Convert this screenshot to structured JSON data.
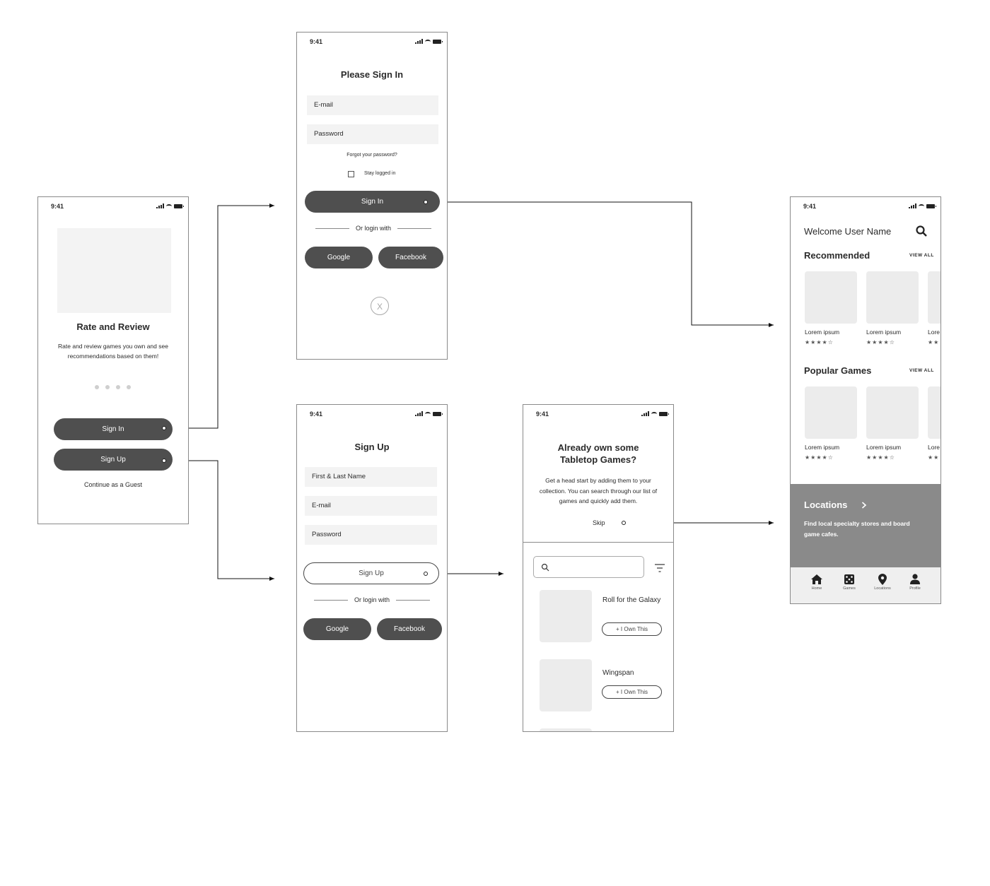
{
  "status": {
    "time": "9:41"
  },
  "onboarding": {
    "title": "Rate and Review",
    "description": "Rate and review games you own and see recommendations based on them!",
    "sign_in": "Sign In",
    "sign_up": "Sign Up",
    "guest": "Continue as a Guest"
  },
  "sign_in": {
    "title": "Please Sign In",
    "email": "E-mail",
    "password": "Password",
    "forgot": "Forgot your password?",
    "stay": "Stay logged in",
    "button": "Sign In",
    "or": "Or login with",
    "google": "Google",
    "facebook": "Facebook",
    "close": "X"
  },
  "sign_up": {
    "title": "Sign Up",
    "name": "First & Last Name",
    "email": "E-mail",
    "password": "Password",
    "button": "Sign Up",
    "or": "Or login with",
    "google": "Google",
    "facebook": "Facebook"
  },
  "collection": {
    "title_line1": "Already own some",
    "title_line2": "Tabletop Games?",
    "description": "Get a head start by adding them to your collection. You can search through our list of games and quickly add them.",
    "skip": "Skip",
    "games": [
      {
        "name": "Roll for the Galaxy",
        "action": "+ I Own This"
      },
      {
        "name": "Wingspan",
        "action": "+ I Own This"
      }
    ]
  },
  "home": {
    "welcome": "Welcome User Name",
    "recommended": "Recommended",
    "popular": "Popular Games",
    "view_all": "VIEW ALL",
    "card_label": "Lorem ipsum",
    "card_label_cut": "Lore",
    "stars": "★★★★☆",
    "stars_cut": "★★",
    "locations_title": "Locations",
    "locations_desc": "Find local specialty stores and board game cafes.",
    "nav": [
      "Home",
      "Games",
      "Locations",
      "Profile"
    ]
  },
  "colors": {
    "button": "#4f4f4f",
    "field": "#f3f3f3",
    "thumb": "#ececec",
    "banner": "#8a8a8a"
  }
}
